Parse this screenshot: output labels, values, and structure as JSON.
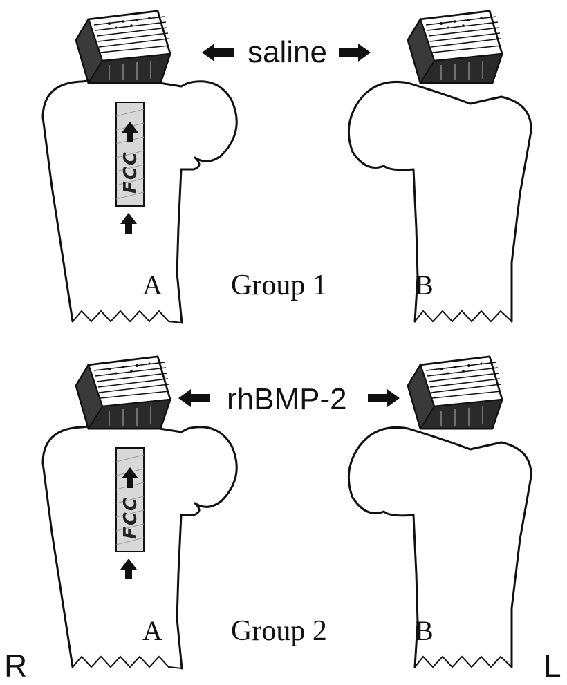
{
  "group1": {
    "agent": "saline",
    "title": "Group 1",
    "left_label": "A",
    "right_label": "B",
    "bar_text": "FCC"
  },
  "group2": {
    "agent": "rhBMP-2",
    "title": "Group 2",
    "left_label": "A",
    "right_label": "B",
    "bar_text": "FCC"
  },
  "sides": {
    "right": "R",
    "left": "L"
  },
  "icons": [
    "arrow-left-icon",
    "arrow-right-icon",
    "arrow-up-icon",
    "implant-block-icon"
  ],
  "colors": {
    "ink": "#111111",
    "paper": "#ffffff",
    "bar_fill": "#d8d8d8"
  }
}
